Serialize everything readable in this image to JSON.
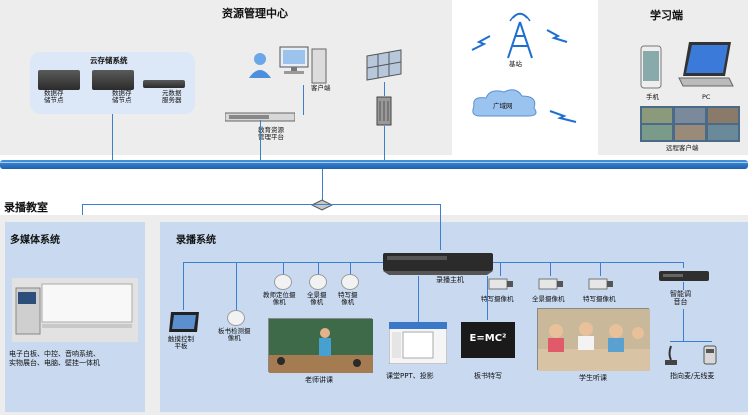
{
  "resource_center": {
    "title": "资源管理中心"
  },
  "learning": {
    "title": "学习端",
    "phone": "手机",
    "pc": "PC",
    "remote": "远程客户端"
  },
  "cloud_storage": {
    "title": "云存储系统",
    "node1": "数据存\n储节点",
    "node2": "数据存\n储节点",
    "meta": "元数据\n服务器"
  },
  "teaching_platform": "教育资源\n管理平台",
  "client": "客户端",
  "base_station": "基站",
  "wan": "广域网",
  "recording_classroom": {
    "title": "录播教室"
  },
  "multimedia": {
    "title": "多媒体系统",
    "desc": "电子白板、中控、音响系统、\n实物展台、电脑、壁挂一体机"
  },
  "recording": {
    "title": "录播系统",
    "host": "录播主机",
    "touch_panel": "触摸控制\n平板",
    "board_cam": "板书检测摄\n像机",
    "teacher_pos_cam": "教师定位摄\n像机",
    "pano_cam1": "全景摄\n像机",
    "closeup_cam1": "特写摄\n像机",
    "closeup_cam2": "特写摄像机",
    "pano_cam2": "全景摄像机",
    "closeup_cam3": "特写摄像机",
    "mixer": "智能调\n音台",
    "teacher_lecture": "老师讲课",
    "ppt": "课堂PPT、投影",
    "board_closeup": "板书特写",
    "student_listen": "学生听课",
    "mic": "指向麦/无线麦",
    "formula": "E=MC²"
  }
}
